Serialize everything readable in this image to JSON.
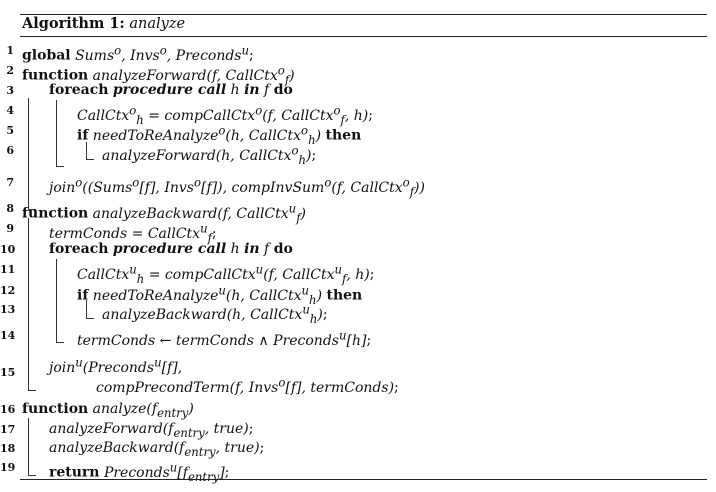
{
  "algorithm": {
    "label": "Algorithm 1:",
    "name": "analyze"
  },
  "lines": [
    {
      "num": "1",
      "code": "<span class=\"kw\">global</span> <span class=\"it\">Sums<sup>o</sup>, Invs<sup>o</sup>, Preconds<sup>u</sup></span>;"
    },
    {
      "num": "2",
      "code": "<span class=\"kw\">function</span> <span class=\"it\">analyzeForward(f, CallCtx<sup>o</sup><sub>f</sub>)</span>"
    },
    {
      "num": "3",
      "code": "<span class=\"kw\">foreach</span> <span class=\"it\"><b>procedure call</b> h <b>in</b> f</span> <span class=\"kw\">do</span>"
    },
    {
      "num": "4",
      "code": "<span class=\"it\">CallCtx<sup>o</sup><sub>h</sub> = compCallCtx<sup>o</sup>(f, CallCtx<sup>o</sup><sub>f</sub>, h)</span>;"
    },
    {
      "num": "5",
      "code": "<span class=\"kw\">if</span> <span class=\"it\">needToReAnalyze<sup>o</sup>(h, CallCtx<sup>o</sup><sub>h</sub>)</span> <span class=\"kw\">then</span>"
    },
    {
      "num": "6",
      "code": "<span class=\"it\">analyzeForward(h, CallCtx<sup>o</sup><sub>h</sub>)</span>;"
    },
    {
      "num": "7",
      "code": "<span class=\"it\">join<sup>o</sup>((Sums<sup>o</sup>[f], Invs<sup>o</sup>[f]), compInvSum<sup>o</sup>(f, CallCtx<sup>o</sup><sub>f</sub>))</span>"
    },
    {
      "num": "8",
      "code": "<span class=\"kw\">function</span> <span class=\"it\">analyzeBackward(f, CallCtx<sup>u</sup><sub>f</sub>)</span>"
    },
    {
      "num": "9",
      "code": "<span class=\"it\">termConds = CallCtx<sup>u</sup><sub>f</sub></span>;"
    },
    {
      "num": "10",
      "code": "<span class=\"kw\">foreach</span> <span class=\"it\"><b>procedure call</b> h <b>in</b> f</span> <span class=\"kw\">do</span>"
    },
    {
      "num": "11",
      "code": "<span class=\"it\">CallCtx<sup>u</sup><sub>h</sub> = compCallCtx<sup>u</sup>(f, CallCtx<sup>u</sup><sub>f</sub>, h)</span>;"
    },
    {
      "num": "12",
      "code": "<span class=\"kw\">if</span> <span class=\"it\">needToReAnalyze<sup>u</sup>(h, CallCtx<sup>u</sup><sub>h</sub>)</span> <span class=\"kw\">then</span>"
    },
    {
      "num": "13",
      "code": "<span class=\"it\">analyzeBackward(h, CallCtx<sup>u</sup><sub>h</sub>)</span>;"
    },
    {
      "num": "14",
      "code": "<span class=\"it\">termConds ← termConds ∧ Preconds<sup>u</sup>[h]</span>;"
    },
    {
      "num": "15",
      "code": "<span class=\"it\">join<sup>u</sup>(Preconds<sup>u</sup>[f],</span>"
    },
    {
      "num": "",
      "code": "<span class=\"it\">compPrecondTerm(f, Invs<sup>o</sup>[f], termConds)</span>;"
    },
    {
      "num": "16",
      "code": "<span class=\"kw\">function</span> <span class=\"it\">analyze(f<sub>entry</sub>)</span>"
    },
    {
      "num": "17",
      "code": "<span class=\"it\">analyzeForward(f<sub>entry</sub>, true)</span>;"
    },
    {
      "num": "18",
      "code": "<span class=\"it\">analyzeBackward(f<sub>entry</sub>, true)</span>;"
    },
    {
      "num": "19",
      "code": "<span class=\"kw\">return</span> <span class=\"it\">Preconds<sup>u</sup>[f<sub>entry</sub>]</span>;"
    }
  ]
}
